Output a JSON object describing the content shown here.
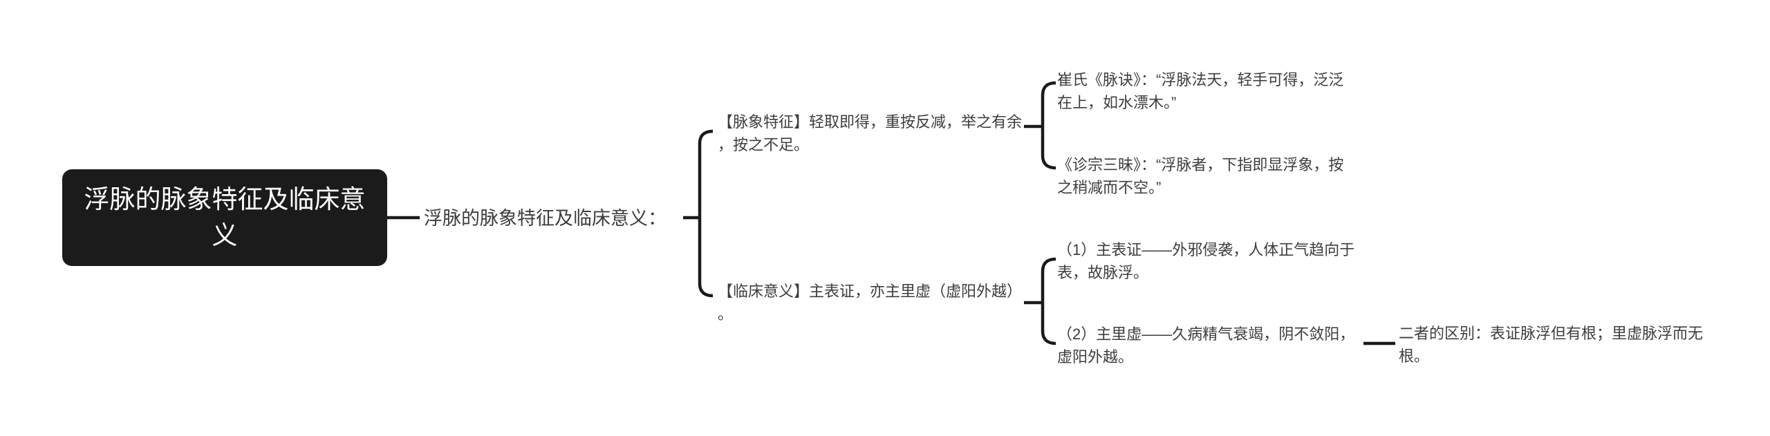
{
  "colors": {
    "background": "#ffffff",
    "root-bg": "#1b1b1b",
    "root-text": "#ffffff",
    "node-text": "#3d3d3d",
    "line": "#1a1a1a"
  },
  "root": {
    "title": "浮脉的脉象特征及临床意\n义"
  },
  "center": {
    "label": "浮脉的脉象特征及临床意义："
  },
  "nodes": {
    "feature": {
      "label": "【脉象特征】轻取即得，重按反减，举之有余\n，按之不足。"
    },
    "clinical": {
      "label": "【临床意义】主表证，亦主里虚（虚阳外越）\n。"
    },
    "quote_cui": {
      "label": "崔氏《脉诀》：“浮脉法天，轻手可得，泛泛\n在上，如水漂木。”"
    },
    "quote_zhenzong": {
      "label": "《诊宗三昧》：“浮脉者，下指即显浮象，按\n之稍减而不空。”"
    },
    "surface": {
      "label": "（1）主表证——外邪侵袭，人体正气趋向于\n表，故脉浮。"
    },
    "interior": {
      "label": "（2）主里虚——久病精气衰竭，阴不敛阳，\n虚阳外越。"
    },
    "difference": {
      "label": "二者的区别：表证脉浮但有根；里虚脉浮而无\n根。"
    }
  }
}
